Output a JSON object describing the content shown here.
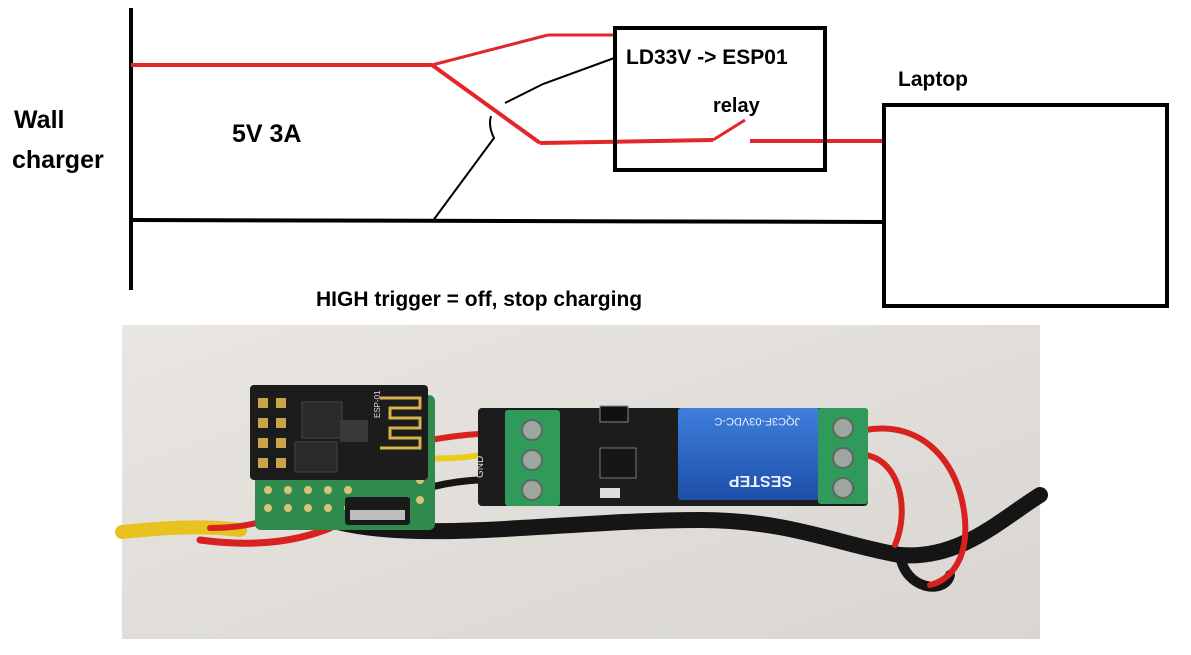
{
  "diagram": {
    "charger_label_line1": "Wall",
    "charger_label_line2": "charger",
    "supply_label": "5V 3A",
    "module_label": "LD33V -> ESP01",
    "relay_label": "relay",
    "laptop_label": "Laptop",
    "caption": "HIGH trigger = off, stop charging"
  },
  "photo": {
    "esp_module_text": "ESP-01",
    "relay_brand_text": "SESTEP",
    "relay_model_text": "JQC3F-03VDC-C",
    "terminal_gnd_text": "GND"
  },
  "colors": {
    "positive_wire": "#e3262a",
    "ground_wire": "#000000",
    "pcb_blue": "#1f5fbf",
    "pcb_black": "#1c1c1c",
    "terminal_green": "#2f9a5a",
    "proto_green": "#2f8a4e"
  }
}
